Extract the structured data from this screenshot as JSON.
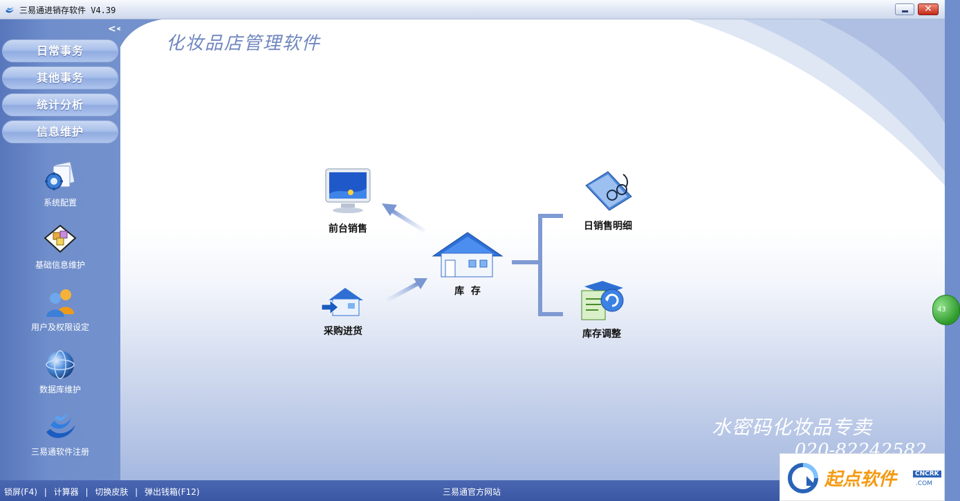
{
  "window": {
    "title": "三易通进销存软件 V4.39",
    "minimize_icon": "minimize-icon",
    "close_icon": "close-icon",
    "close_symbol": "✕"
  },
  "sidebar": {
    "collapse_symbol": "<<",
    "menu": [
      {
        "label": "日常事务"
      },
      {
        "label": "其他事务"
      },
      {
        "label": "统计分析"
      },
      {
        "label": "信息维护"
      }
    ],
    "tools": [
      {
        "label": "系统配置",
        "icon": "gear-document-icon"
      },
      {
        "label": "基础信息维护",
        "icon": "cubes-icon"
      },
      {
        "label": "用户及权限设定",
        "icon": "users-icon"
      },
      {
        "label": "数据库维护",
        "icon": "globe-icon"
      },
      {
        "label": "三易通软件注册",
        "icon": "brand-swoosh-icon"
      }
    ]
  },
  "main": {
    "app_title": "化妆品店管理软件",
    "flow": {
      "front_sales": {
        "label": "前台销售",
        "icon": "monitor-icon"
      },
      "purchase": {
        "label": "采购进货",
        "icon": "house-import-icon"
      },
      "inventory": {
        "label": "库  存",
        "icon": "house-icon"
      },
      "daily_sales_detail": {
        "label": "日销售明细",
        "icon": "notebook-glasses-icon"
      },
      "inventory_adjust": {
        "label": "库存调整",
        "icon": "clipboard-refresh-icon"
      }
    },
    "slogan": "水密码化妆品专卖",
    "phone": "020-82242582",
    "side_tab": "43"
  },
  "statusbar": {
    "links": [
      {
        "label": "锁屏(F4)"
      },
      {
        "label": "计算器"
      },
      {
        "label": "切换皮肤"
      },
      {
        "label": "弹出钱箱(F12)"
      }
    ],
    "separator": "|",
    "site": "三易通官方网站"
  },
  "watermark": {
    "text": "起点软件",
    "badge": "CNCRK",
    "sub": ".COM"
  },
  "colors": {
    "sidebar": "#6f8ecb",
    "statusbar": "#3f5caa",
    "accent": "#6f86bf"
  }
}
